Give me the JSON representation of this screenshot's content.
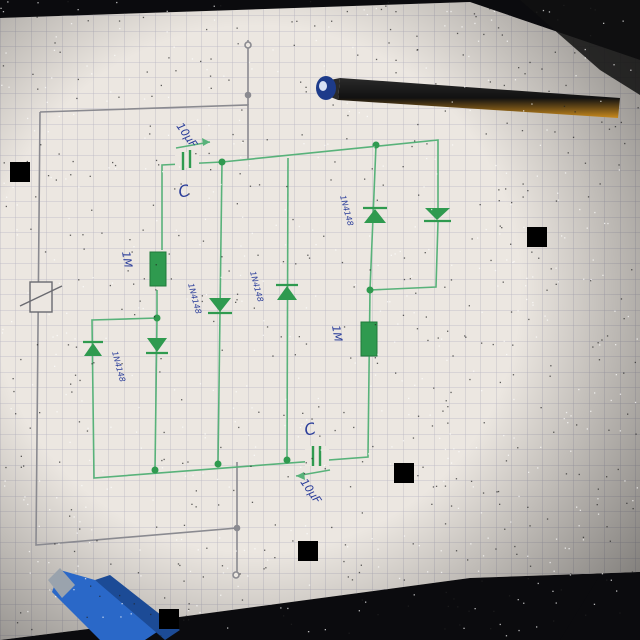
{
  "photo": {
    "paper_color": "#ece7e1",
    "grid_color": "#b9b6c2",
    "background_color": "#0b0b0e"
  },
  "circuit": {
    "wire_color": "#58b27a",
    "component_fill": "#2f9a4f",
    "outer_wire_color": "#8a8a90",
    "labels": {
      "cap_top_value": "10µF",
      "cap_top_name": "C",
      "cap_bottom_value": "10µF",
      "cap_bottom_name": "C",
      "resistor_left": "1M",
      "resistor_right": "1M",
      "diode_left_outer": "1N4148",
      "diode_mid": "1N4148",
      "diode_center": "1N4148",
      "diode_right_top": "1N4148"
    }
  },
  "objects": [
    "pencil",
    "marker-pen"
  ]
}
